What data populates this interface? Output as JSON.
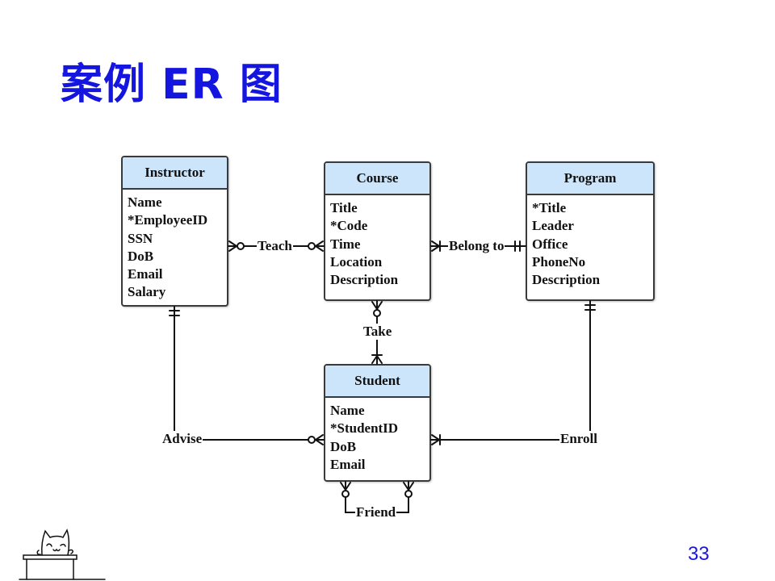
{
  "title": "案例 ER 图",
  "page_number": "33",
  "entities": {
    "instructor": {
      "name": "Instructor",
      "attributes": [
        "Name",
        "*EmployeeID",
        "SSN",
        "DoB",
        "Email",
        "Salary"
      ]
    },
    "course": {
      "name": "Course",
      "attributes": [
        "Title",
        "*Code",
        "Time",
        "Location",
        "Description"
      ]
    },
    "program": {
      "name": "Program",
      "attributes": [
        "*Title",
        "Leader",
        "Office",
        "PhoneNo",
        "Description"
      ]
    },
    "student": {
      "name": "Student",
      "attributes": [
        "Name",
        "*StudentID",
        "DoB",
        "Email"
      ]
    }
  },
  "relationships": {
    "teach": {
      "label": "Teach",
      "from": "Instructor",
      "to": "Course",
      "from_end": "zero-or-many",
      "to_end": "zero-or-many"
    },
    "belong_to": {
      "label": "Belong to",
      "from": "Course",
      "to": "Program",
      "from_end": "one-or-many",
      "to_end": "exactly-one"
    },
    "take": {
      "label": "Take",
      "from": "Course",
      "to": "Student",
      "from_end": "zero-or-many",
      "to_end": "one-or-many"
    },
    "advise": {
      "label": "Advise",
      "from": "Instructor",
      "to": "Student",
      "from_end": "exactly-one",
      "to_end": "zero-or-many"
    },
    "enroll": {
      "label": "Enroll",
      "from": "Program",
      "to": "Student",
      "from_end": "exactly-one",
      "to_end": "one-or-many"
    },
    "friend": {
      "label": "Friend",
      "from": "Student",
      "to": "Student",
      "from_end": "zero-or-many",
      "to_end": "zero-or-many"
    }
  },
  "decorations": {
    "mascot": "cat-at-desk-doodle"
  },
  "colors": {
    "title": "#1515e0",
    "entity_header": "#cce5fb",
    "page_number": "#1b1bd6",
    "line": "#111111"
  }
}
